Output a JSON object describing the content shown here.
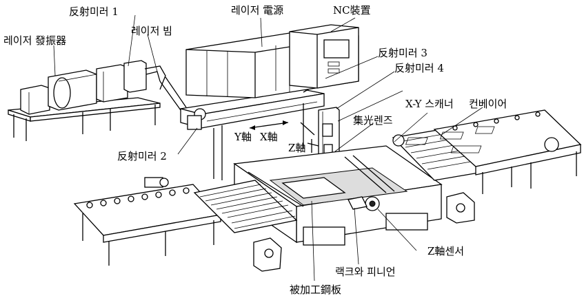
{
  "labels": {
    "laser_power": "레이저 電源",
    "nc_unit": "NC裝置",
    "mirror1": "反射미러 1",
    "laser_oscillator": "레이저 發振器",
    "laser_beam": "레이저 빔",
    "mirror3": "反射미러 3",
    "mirror4": "反射미러 4",
    "xy_scanner": "X-Y 스캐너",
    "conveyor": "컨베이어",
    "focus_lens": "集光렌즈",
    "y_axis": "Y軸",
    "x_axis": "X軸",
    "z_axis": "Z軸",
    "mirror2": "反射미러 2",
    "z_axis_sensor": "Z軸센서",
    "rack_pinion": "랙크와 피니언",
    "workpiece": "被加工鋼板"
  }
}
